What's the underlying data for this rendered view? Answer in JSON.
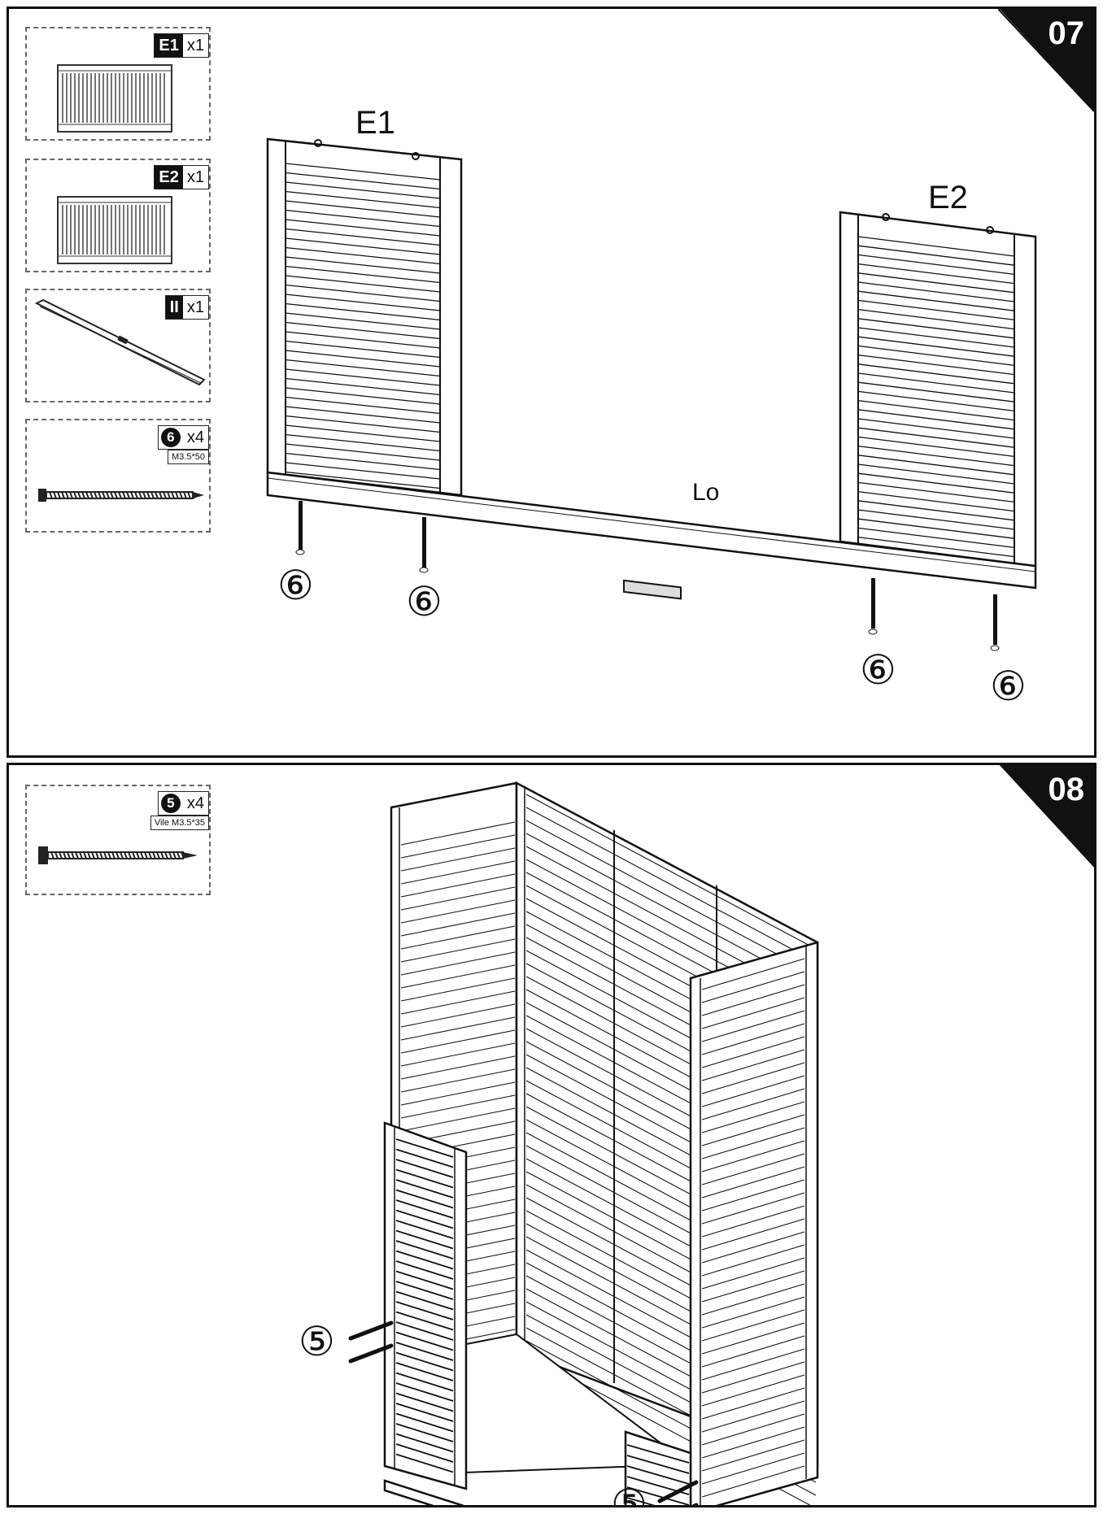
{
  "step07": {
    "number": "07",
    "parts": [
      {
        "code": "E1",
        "qty": "x1"
      },
      {
        "code": "E2",
        "qty": "x1"
      },
      {
        "code": "II",
        "qty": "x1"
      },
      {
        "code": "6",
        "qty": "x4",
        "spec": "M3.5*50"
      }
    ],
    "labels": {
      "e1": "E1",
      "e2": "E2",
      "lo": "Lo"
    },
    "screw_callout": "⑥"
  },
  "step08": {
    "number": "08",
    "parts": [
      {
        "code": "5",
        "qty": "x4",
        "spec": "Vile M3.5*35"
      }
    ],
    "screw_callout": "⑤"
  }
}
